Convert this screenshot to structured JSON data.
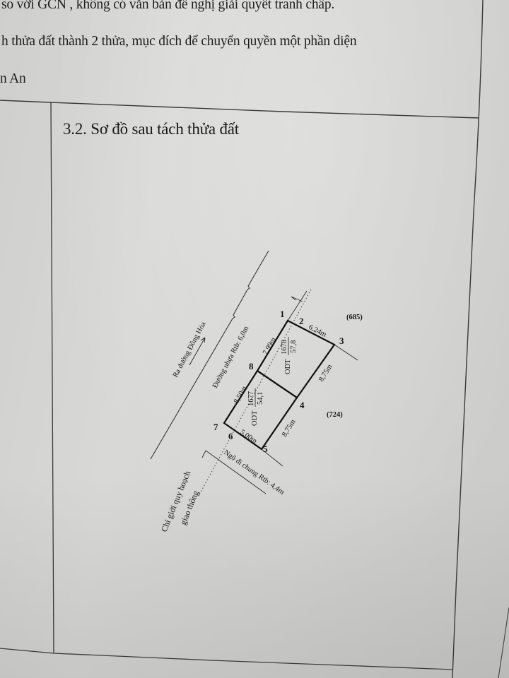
{
  "document": {
    "text_lines": [
      "so với GCN , không có văn bản đề nghị giải quyết tranh chấp.",
      "h thửa đất thành 2 thửa, mục đích để chuyển quyền một phần diện",
      "n An"
    ],
    "section_title": "3.2. Sơ đồ sau tách thửa đất"
  },
  "diagram": {
    "points": {
      "p1": "1",
      "p2": "2",
      "p3": "3",
      "p4": "4",
      "p5": "5",
      "p6": "6",
      "p7": "7",
      "p8": "8"
    },
    "dimensions": {
      "edge_2_3": "6,24m",
      "edge_1_8": "7,99m",
      "edge_8_7": "8,50m",
      "edge_3_4": "8,75m",
      "edge_4_5": "8,75m",
      "edge_6_5": "5,00m"
    },
    "parcels": [
      {
        "land_type": "ODT",
        "parcel_number": "1678",
        "area": "57,8"
      },
      {
        "land_type": "ODT",
        "parcel_number": "1677",
        "area": "54,1"
      }
    ],
    "neighbors": [
      "(685)",
      "(724)"
    ],
    "labels": {
      "road_direction": "Ra đường Đồng Hòa",
      "main_road": "Đường nhựa Rtb: 6,0m",
      "alley": "Ngõ đi chung Rtb: 4,4m",
      "planning_boundary_1": "Chỉ giới quy hoạch",
      "planning_boundary_2": "giao thông"
    }
  },
  "colors": {
    "paper": "#d4d4d2",
    "ink": "#1a1a1a",
    "frame_line": "#3a3a3a"
  }
}
